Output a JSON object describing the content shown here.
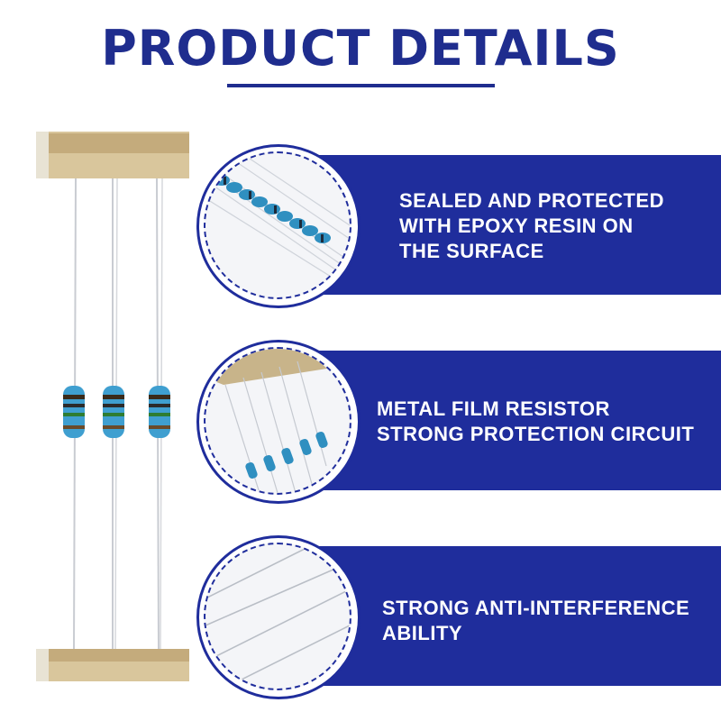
{
  "header": {
    "title": "PRODUCT DETAILS"
  },
  "features": [
    {
      "lines": [
        "SEALED AND PROTECTED",
        "WITH EPOXY RESIN ON",
        "THE SURFACE"
      ],
      "icon": "resistor-bundle-closeup"
    },
    {
      "lines": [
        "METAL FILM RESISTOR",
        "STRONG PROTECTION CIRCUIT"
      ],
      "icon": "taped-resistors-closeup"
    },
    {
      "lines": [
        "STRONG ANTI-INTERFERENCE",
        "ABILITY"
      ],
      "icon": "resistor-leads-closeup"
    }
  ],
  "colors": {
    "brand_blue": "#1f2d9c",
    "title_blue": "#1f2d8e",
    "resistor_body": "#3f9fd0",
    "tape": "#c8b48a"
  }
}
